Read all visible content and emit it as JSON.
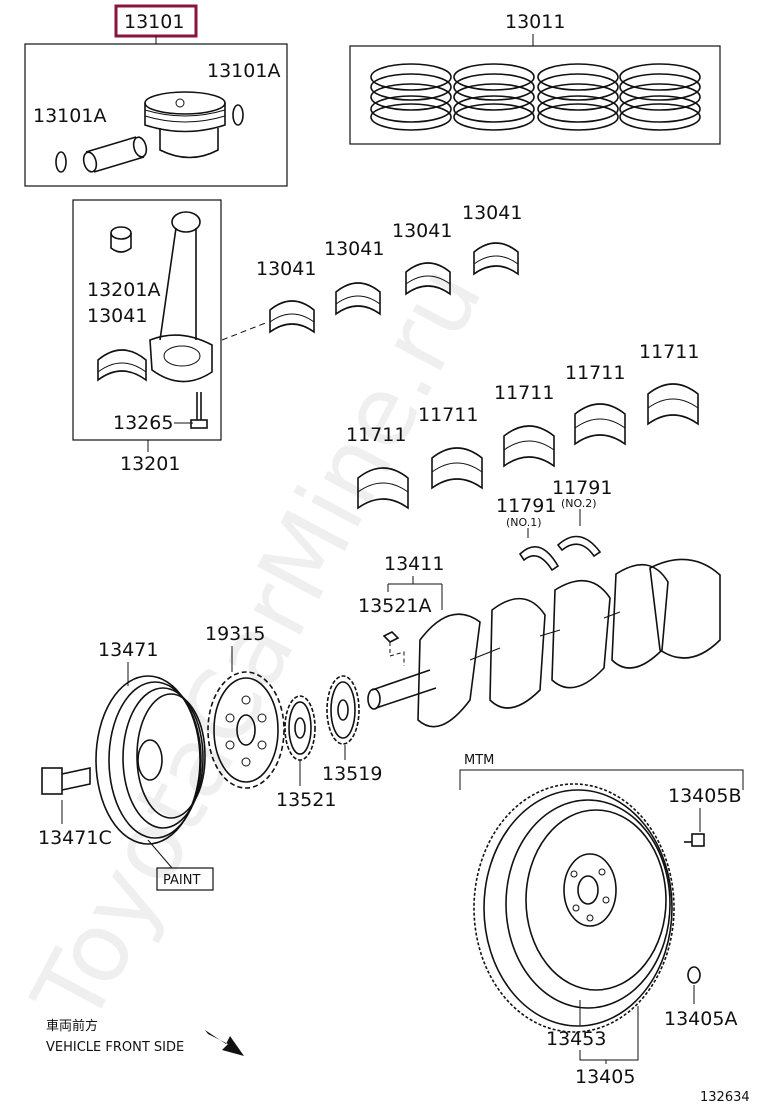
{
  "labels": {
    "piston_kit": "13101",
    "piston_ring_set": "13011",
    "snap_ring_right": "13101A",
    "snap_ring_left": "13101A",
    "bushing": "13201A",
    "rod_bearing_inner": "13041",
    "rod_bearing_1": "13041",
    "rod_bearing_2": "13041",
    "rod_bearing_3": "13041",
    "rod_bearing_4": "13041",
    "rod_bolt": "13265",
    "conn_rod": "13201",
    "main_bearing_1": "11711",
    "main_bearing_2": "11711",
    "main_bearing_3": "11711",
    "main_bearing_4": "11711",
    "main_bearing_5": "11711",
    "thrust_washer_1": "11791",
    "thrust_washer_2": "11791",
    "no1": "(NO.1)",
    "no2": "(NO.2)",
    "crankshaft": "13411",
    "key": "13521A",
    "sprocket_19315": "19315",
    "pulley": "13471",
    "pulley_bolt": "13471C",
    "paint": "PAINT",
    "sprocket_13521": "13521",
    "sprocket_13519": "13519",
    "mtm": "MTM",
    "flywheel_bolt": "13405B",
    "flywheel_pin": "13405A",
    "ring_gear": "13453",
    "flywheel": "13405",
    "front_jp": "車両前方",
    "front_en": "VEHICLE FRONT SIDE",
    "diagram_id": "132634"
  },
  "watermark": "ToyotaCarMine.ru",
  "colors": {
    "highlight": "#8b1538",
    "line": "#111111"
  }
}
